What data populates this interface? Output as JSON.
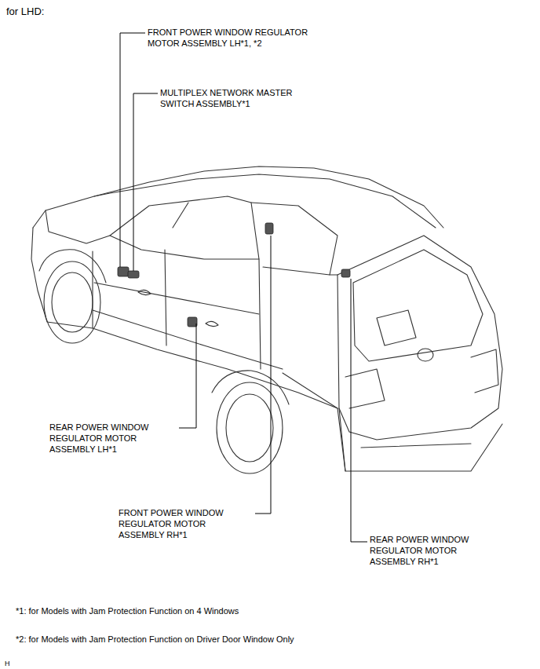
{
  "diagram": {
    "title": "for LHD:",
    "labels": [
      "FRONT POWER WINDOW REGULATOR MOTOR ASSEMBLY LH*1, *2",
      "MULTIPLEX NETWORK MASTER SWITCH ASSEMBLY*1",
      "REAR POWER WINDOW REGULATOR MOTOR ASSEMBLY LH*1",
      "FRONT POWER WINDOW REGULATOR MOTOR ASSEMBLY RH*1",
      "REAR POWER WINDOW REGULATOR MOTOR ASSEMBLY RH*1",
      "*1: for Models with Jam Protection Function on 4 Windows",
      "*2: for Models with Jam Protection Function on Driver Door Window Only",
      "H"
    ]
  }
}
